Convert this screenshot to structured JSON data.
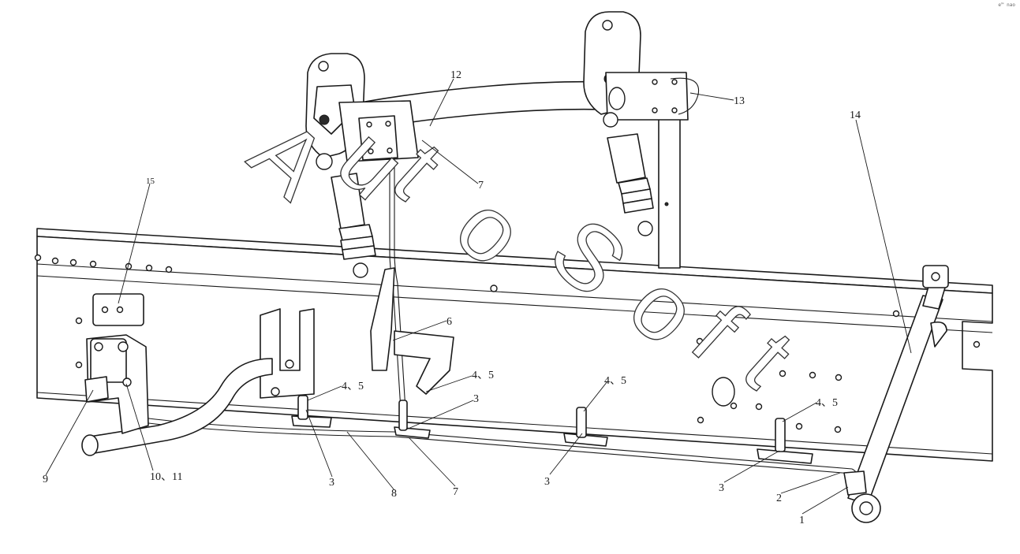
{
  "corner_mark": "e™ nao",
  "watermark": [
    "A",
    "u",
    "t",
    "o",
    "S",
    "o",
    "f",
    "t"
  ],
  "callouts": {
    "c1": "1",
    "c2": "2",
    "c3a": "3",
    "c3b": "3",
    "c3c": "3",
    "c3d": "3",
    "c45a": "4、5",
    "c45b": "4、5",
    "c45c": "4、5",
    "c45d": "4、5",
    "c6": "6",
    "c7a": "7",
    "c7b": "7",
    "c8": "8",
    "c9": "9",
    "c1011": "10、11",
    "c12": "12",
    "c13": "13",
    "c14": "14",
    "c15": "15"
  }
}
